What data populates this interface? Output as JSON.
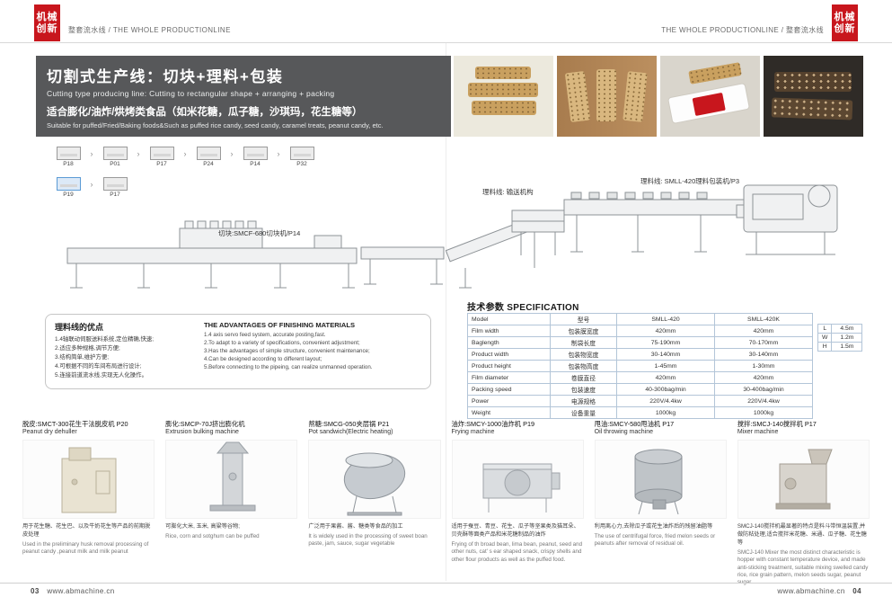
{
  "colors": {
    "accent_red": "#c8161d",
    "banner_gray": "#57585a",
    "table_border": "#b3c5d8"
  },
  "header": {
    "stamp": {
      "line1": "机械",
      "line2": "创新"
    },
    "left_caption": "整套流水线 / THE WHOLE PRODUCTIONLINE",
    "right_caption": "THE WHOLE PRODUCTIONLINE / 整套流水线"
  },
  "banner": {
    "title_cn": "切割式生产线：切块+理料+包装",
    "title_en": "Cutting type producing line:  Cutting to rectangular shape + arranging + packing",
    "subtitle_cn": "适合膨化/油炸/烘烤类食品（如米花糖，瓜子糖，沙琪玛，花生糖等）",
    "subtitle_en": "Suitable for puffed/Fried/Baking foods&Such as puffed rice candy, seed candy, caramel treats, peanut candy, etc."
  },
  "flow": {
    "row1": [
      "P18",
      "P01",
      "P17",
      "P24",
      "P14",
      "P32"
    ],
    "row2": [
      "P19",
      "P17"
    ]
  },
  "diagram_labels": {
    "cutting": "切块:SMCF-680切块机/P14",
    "conveyor": "理料线: 输送机构",
    "packing": "理料线: SMLL-420理料包装机/P3"
  },
  "advantages": {
    "title_cn": "理料线的优点",
    "items_cn": [
      "1.4轴联动伺服送料系统,定位精确,快速;",
      "2.适应多种规格,调节方便;",
      "3.结构简单,维护方便;",
      "4.可根据不同的车间布局进行设计;",
      "5.连接前道流水线,实现无人化操作。"
    ],
    "title_en": "THE ADVANTAGES OF FINISHING MATERIALS",
    "items_en": [
      "1.4 axis servo feed system, accurate posting,fast.",
      "2.To adapt to a variety of specifications, convenient adjustment;",
      "3.Has the advantages of simple structure, convenient maintenance;",
      "4.Can be designed according to different layout;",
      "5.Before connecting to the pipeing, can realize unmanned operation."
    ]
  },
  "spec": {
    "title": "技术参数 SPECIFICATION",
    "rows": [
      {
        "en": "Model",
        "cn": "型号",
        "v1": "SMLL-420",
        "v2": "SMLL-420K"
      },
      {
        "en": "Film width",
        "cn": "包装膜宽度",
        "v1": "420mm",
        "v2": "420mm"
      },
      {
        "en": "Baglength",
        "cn": "制袋长度",
        "v1": "75-190mm",
        "v2": "70-170mm"
      },
      {
        "en": "Product width",
        "cn": "包装物宽度",
        "v1": "30-140mm",
        "v2": "30-140mm"
      },
      {
        "en": "Product height",
        "cn": "包装物高度",
        "v1": "1-45mm",
        "v2": "1-30mm"
      },
      {
        "en": "Film diameter",
        "cn": "卷膜直径",
        "v1": "420mm",
        "v2": "420mm"
      },
      {
        "en": "Packing speed",
        "cn": "包装速度",
        "v1": "40-300bag/min",
        "v2": "30-400bag/min"
      },
      {
        "en": "Power",
        "cn": "电源规格",
        "v1": "220V/4.4kw",
        "v2": "220V/4.4kw"
      },
      {
        "en": "Weight",
        "cn": "设备重量",
        "v1": "1000kg",
        "v2": "1000kg"
      }
    ],
    "dims": [
      {
        "k": "L",
        "v": "4.5m"
      },
      {
        "k": "W",
        "v": "1.2m"
      },
      {
        "k": "H",
        "v": "1.5m"
      }
    ]
  },
  "machines": [
    {
      "title": "脱皮:SMCT-300花生干法脱皮机 P20",
      "subtitle": "Peanut dry dehuller",
      "desc_cn": "用于花生糖、花生巴、以及牛奶花生等产品的前期脱皮处理",
      "desc_en": "Used in the preliminary husk removal processing of peanut candy ,peanut milk and milk peanut"
    },
    {
      "title": "膨化:SMCP-70J挤出膨化机",
      "subtitle": "Extrusion bulking machine",
      "desc_cn": "可膨化大米, 玉米, 高粱等谷物;",
      "desc_en": "Rice, corn and sotghum can be puffed"
    },
    {
      "title": "熬糖:SMCG-050夹层锅 P21",
      "subtitle": "Pot sandwich(Electric heating)",
      "desc_cn": "广泛用于果酱、酱、糖类等食品的加工",
      "desc_en": "It is widely used in the processing of sweet boan paste, jam, sauce, sugar vegetable"
    },
    {
      "title": "油炸:SMCY-1000油炸机 P19",
      "subtitle": "Frying machine",
      "desc_cn": "适用于蚕豆、青豆、花生、瓜子等坚果类及猫耳朵、贝壳酥等面类产品和米花糖制品的油炸",
      "desc_en": "Frying of th broad bean, lima bean, peanut, seed and other nuts, cat' s ear shaped snack, crispy shells and other flour products as well as the puffed food."
    },
    {
      "title": "甩油:SMCY-580甩油机 P17",
      "subtitle": "Oil throwing machine",
      "desc_cn": "利用离心力,去除瓜子或花生油炸后的残留油脂等",
      "desc_en": "The use of centrifugal force, fried melon seeds or peanuts after removal of residual oil."
    },
    {
      "title": "搅拌:SMCJ-140搅拌机 P17",
      "subtitle": "Mixer machine",
      "desc_cn": "SMCJ-140搅拌机最显著的特点是料斗带恒温装置,并做防粘处理,适合搅拌米花糖、米通、瓜子糖、花生糖等",
      "desc_en": "SMCJ-140 Mixer the most distinct characteristic is hopper with constant temperature device, and made anti-sticking treatment, suitable mixing swelled candy rice, rice grain pattern, melon seeds sugar, peanut sugar."
    }
  ],
  "footer": {
    "left": {
      "num": "03",
      "url": "www.abmachine.cn"
    },
    "right": {
      "url": "www.abmachine.cn",
      "num": "04"
    }
  }
}
